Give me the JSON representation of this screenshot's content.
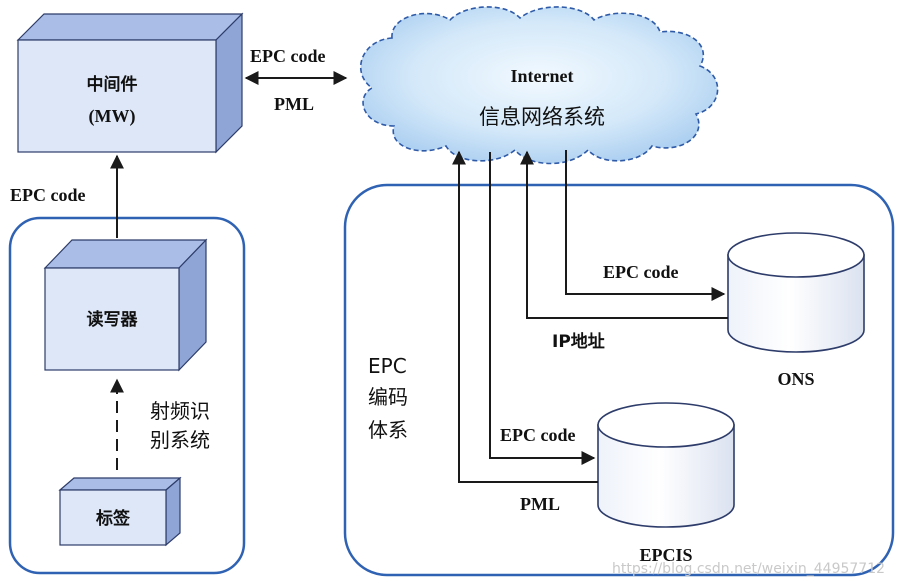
{
  "colors": {
    "frame": "#2f62b3",
    "box_face": "#dde7f7",
    "box_top": "#a9bde6",
    "box_side": "#8ea5d6",
    "box_edge": "#2d3c6a",
    "cloud_fill": "#cfe5f8",
    "cloud_edge": "#2e5aa8",
    "arrow": "#1a1a1a",
    "watermark": "#c9c9c9"
  },
  "middleware": {
    "name": "中间件",
    "abbr": "(MW)"
  },
  "reader": {
    "label": "读写器"
  },
  "tag": {
    "label": "标签"
  },
  "rfid_system": {
    "line1": "射频识",
    "line2": "别系统"
  },
  "cloud": {
    "title": "Internet",
    "subtitle": "信息网络系统"
  },
  "epc_system": {
    "line1": "EPC",
    "line2": "编码",
    "line3": "体系"
  },
  "ons": {
    "label": "ONS"
  },
  "epcis": {
    "label": "EPCIS"
  },
  "labels": {
    "mw_cloud_epc": "EPC code",
    "mw_cloud_pml": "PML",
    "reader_mw_epc": "EPC code",
    "to_ons_epc": "EPC code",
    "ons_ip": "IP地址",
    "to_epcis_epc": "EPC code",
    "epcis_pml": "PML"
  },
  "watermark": "https://blog.csdn.net/weixin_44957712"
}
